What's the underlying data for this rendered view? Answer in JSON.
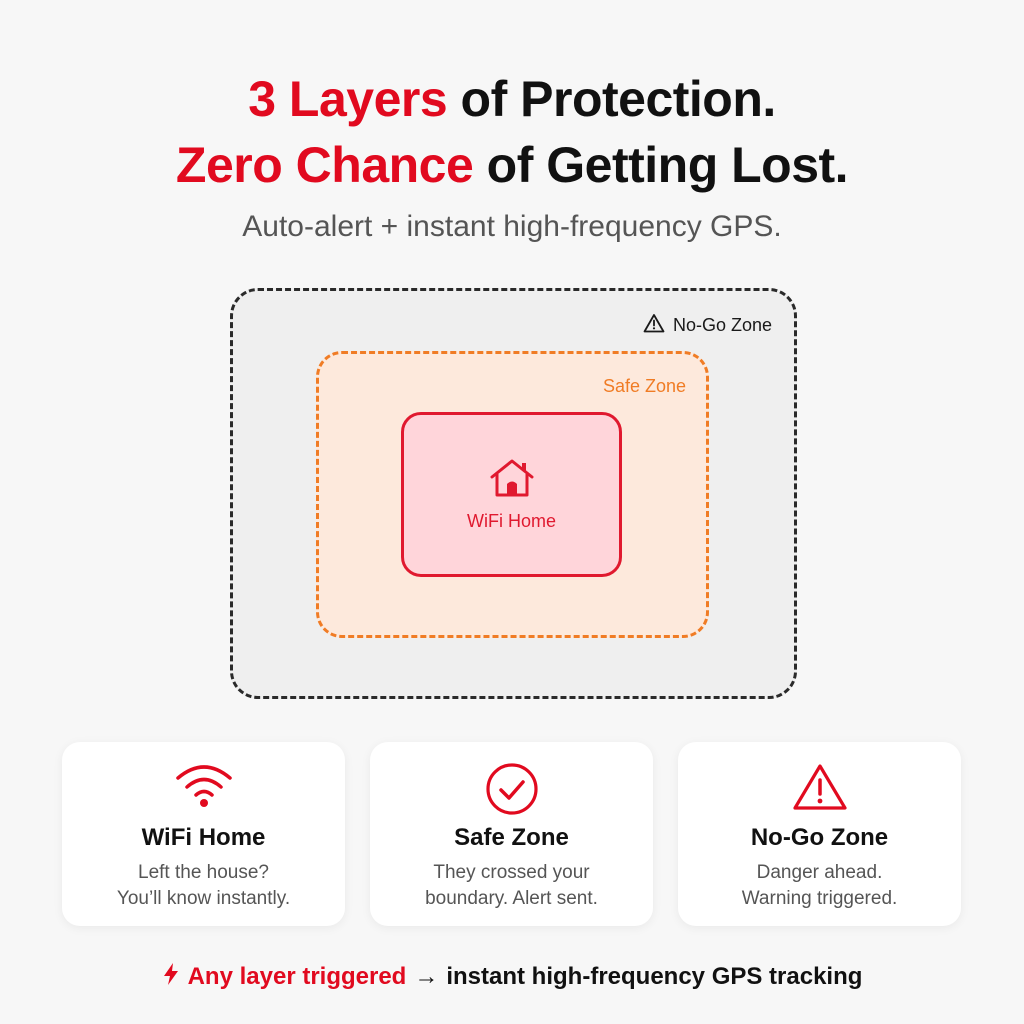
{
  "headline": {
    "line1_accent": "3 Layers",
    "line1_rest": " of Protection.",
    "line2_accent": "Zero Chance",
    "line2_rest": " of Getting Lost."
  },
  "subtitle": "Auto-alert + instant high-frequency GPS.",
  "diagram": {
    "outer_label": "No-Go Zone",
    "outer_icon": "warning-icon",
    "middle_label": "Safe Zone",
    "inner_label": "WiFi Home",
    "inner_icon": "house-icon"
  },
  "cards": [
    {
      "icon": "wifi-icon",
      "title": "WiFi Home",
      "desc_line1": "Left the house?",
      "desc_line2": "You’ll know instantly."
    },
    {
      "icon": "check-circle-icon",
      "title": "Safe Zone",
      "desc_line1": "They crossed your",
      "desc_line2": "boundary. Alert sent."
    },
    {
      "icon": "warning-icon",
      "title": "No-Go Zone",
      "desc_line1": "Danger ahead.",
      "desc_line2": "Warning triggered."
    }
  ],
  "footer": {
    "icon": "lightning-icon",
    "accent": "Any layer triggered",
    "arrow": "→",
    "rest": "instant high-frequency GPS tracking"
  },
  "colors": {
    "accent_red": "#e10a1f",
    "safe_orange": "#f07c25",
    "text_dark": "#111111",
    "text_muted": "#555555"
  }
}
